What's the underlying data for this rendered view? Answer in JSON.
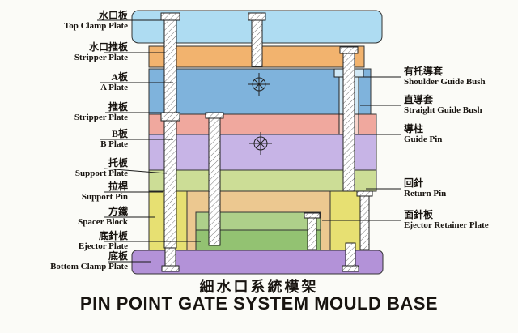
{
  "title": {
    "cn": "細水口系統模架",
    "en": "PIN POINT GATE SYSTEM MOULD BASE"
  },
  "left_labels": [
    {
      "cn": "水口板",
      "en": "Top Clamp Plate"
    },
    {
      "cn": "水口推板",
      "en": "Stripper Plate"
    },
    {
      "cn": "A板",
      "en": "A Plate"
    },
    {
      "cn": "推板",
      "en": "Stripper Plate"
    },
    {
      "cn": "B板",
      "en": "B Plate"
    },
    {
      "cn": "托板",
      "en": "Support Plate"
    },
    {
      "cn": "拉桿",
      "en": "Support Pin"
    },
    {
      "cn": "方鐵",
      "en": "Spacer Block"
    },
    {
      "cn": "底針板",
      "en": "Ejector Plate"
    },
    {
      "cn": "底板",
      "en": "Bottom Clamp Plate"
    }
  ],
  "right_labels": [
    {
      "cn": "有托導套",
      "en": "Shoulder Guide Bush"
    },
    {
      "cn": "直導套",
      "en": "Straight Guide Bush"
    },
    {
      "cn": "導柱",
      "en": "Guide Pin"
    },
    {
      "cn": "回針",
      "en": "Return Pin"
    },
    {
      "cn": "面針板",
      "en": "Ejector Retainer Plate"
    }
  ],
  "colors": {
    "top_clamp": "#aedcf2",
    "stripper_top": "#f2b36e",
    "a_plate": "#7fb3dc",
    "stripper_mid": "#f0a89e",
    "b_plate": "#c7b4e6",
    "support_plate": "#ccdd96",
    "spacer_block": "#e7e072",
    "ejector_cavity": "#ecc890",
    "ejector_retainer": "#aed08a",
    "ejector_plate": "#93c272",
    "bottom_clamp": "#b392d8",
    "shoulder_bush": "#d2e9f6",
    "straight_bush": "#f7d4cc"
  }
}
